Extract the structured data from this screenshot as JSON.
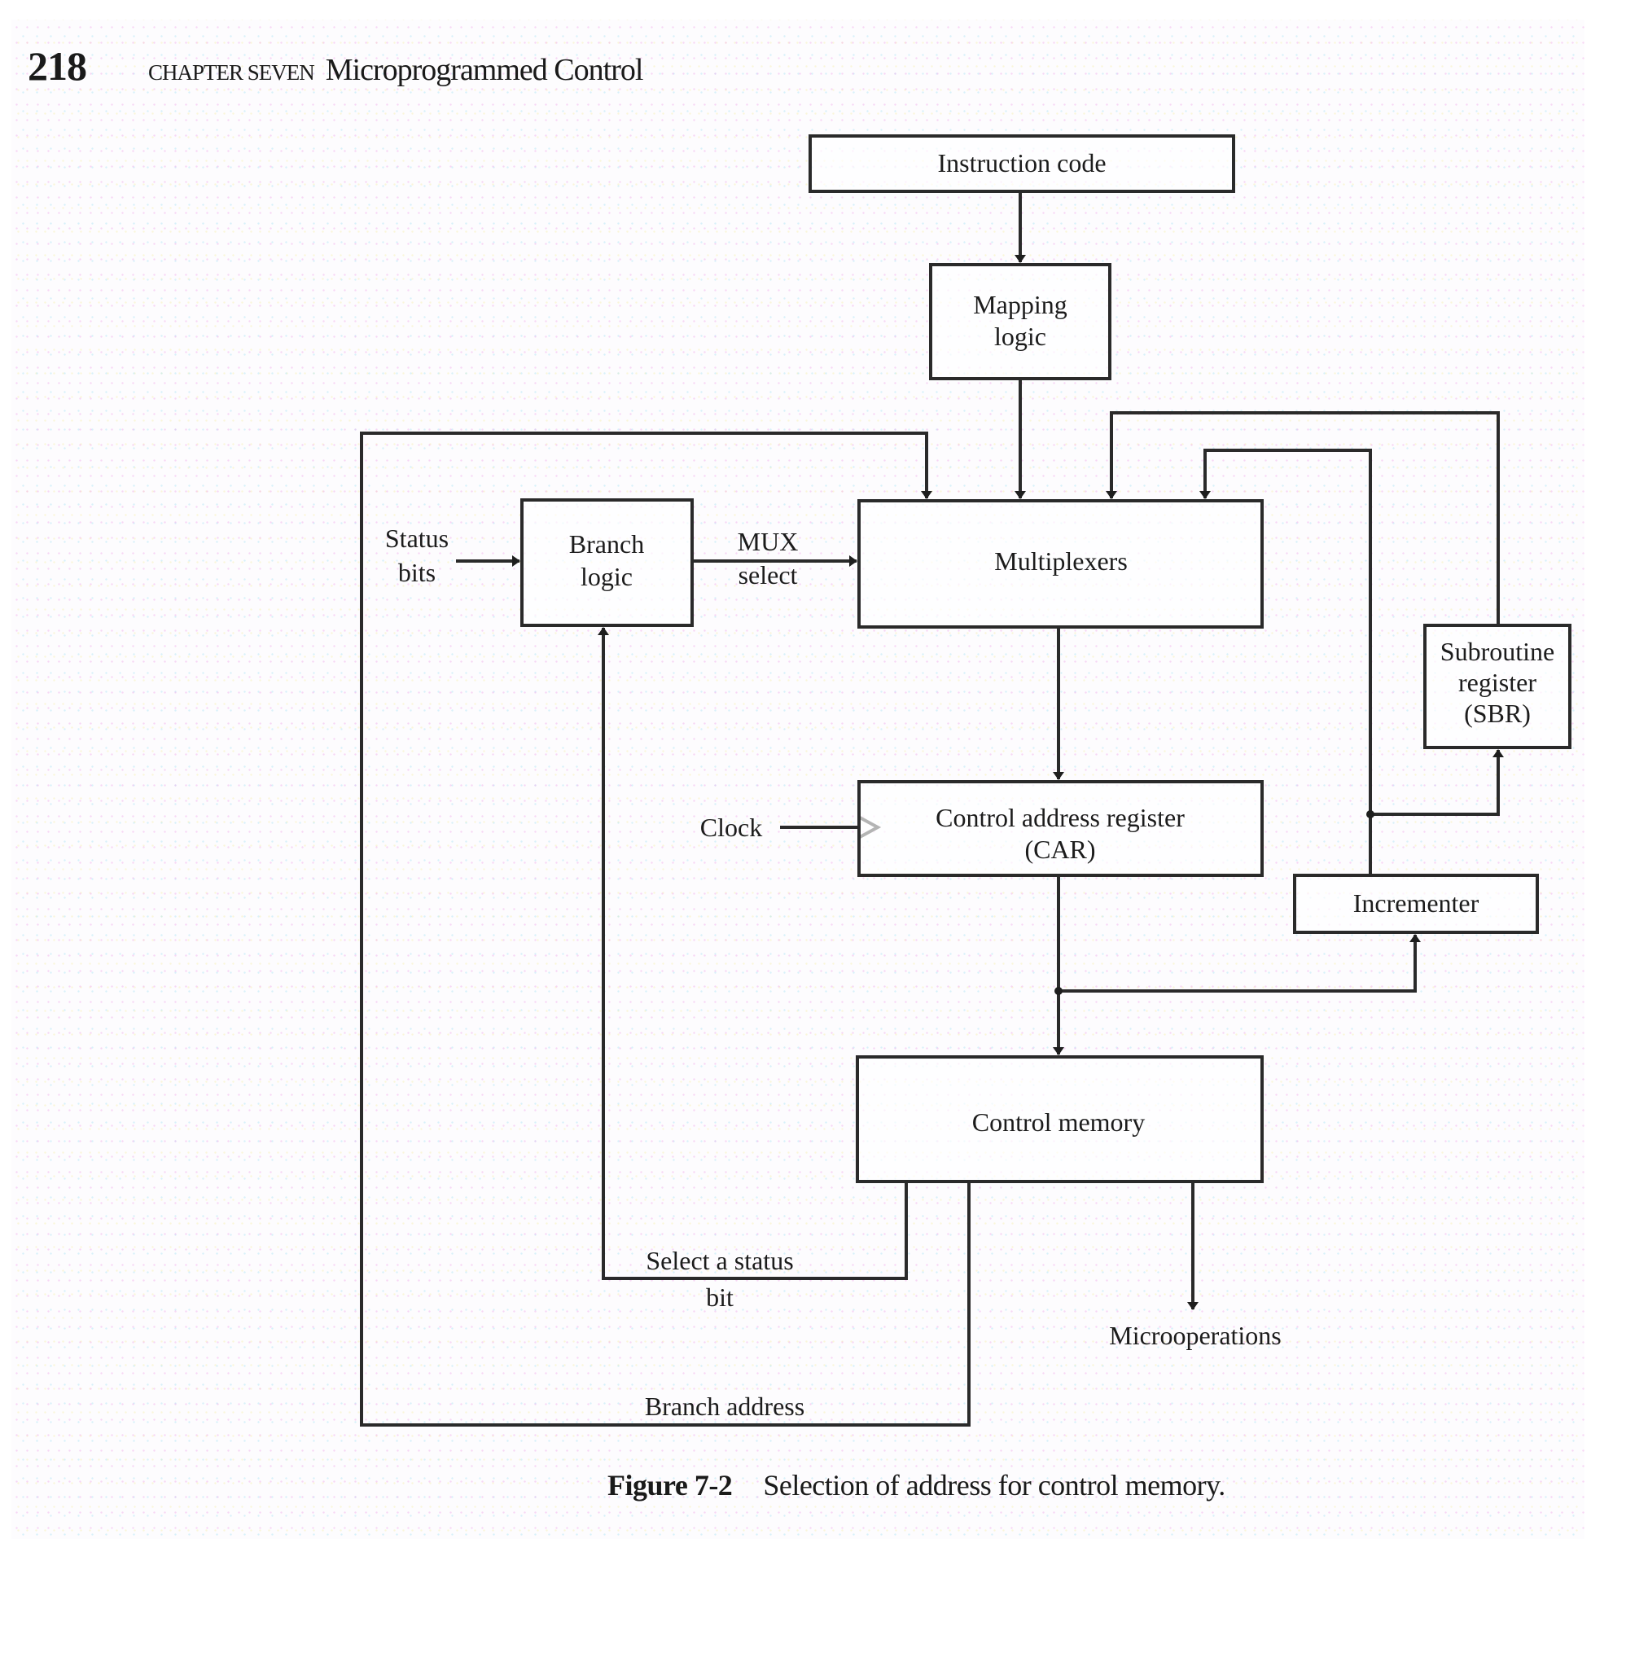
{
  "header": {
    "page_number": "218",
    "chapter_label": "CHAPTER SEVEN",
    "chapter_title": "Microprogrammed Control"
  },
  "diagram": {
    "blocks": {
      "instruction_code": [
        "Instruction code"
      ],
      "mapping_logic": [
        "Mapping",
        "logic"
      ],
      "branch_logic": [
        "Branch",
        "logic"
      ],
      "multiplexers": [
        "Multiplexers"
      ],
      "subroutine_register": [
        "Subroutine",
        "register",
        "(SBR)"
      ],
      "control_address_register": [
        "Control address register",
        "(CAR)"
      ],
      "incrementer": [
        "Incrementer"
      ],
      "control_memory": [
        "Control memory"
      ]
    },
    "signals": {
      "status_bits": [
        "Status",
        "bits"
      ],
      "mux_select": [
        "MUX",
        "select"
      ],
      "clock": "Clock",
      "select_status_bit": [
        "Select a status",
        "bit"
      ],
      "microoperations": "Microoperations",
      "branch_address": "Branch address"
    }
  },
  "caption": {
    "figure_number": "Figure 7-2",
    "text": "Selection of address for control memory."
  }
}
